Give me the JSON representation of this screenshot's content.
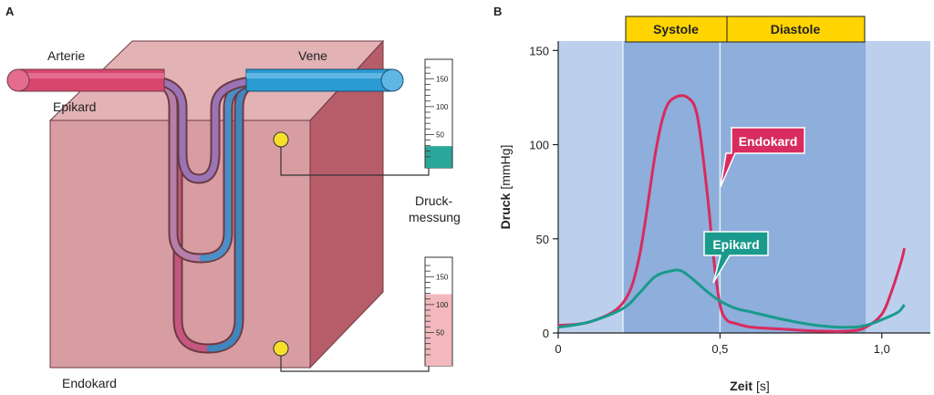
{
  "panel_a": {
    "panel_letter": "A",
    "labels": {
      "artery": "Arterie",
      "vein": "Vene",
      "epicardium": "Epikard",
      "endocardium": "Endokard",
      "pressure_measurement_line1": "Druck-",
      "pressure_measurement_line2": "messung"
    },
    "gauges": [
      {
        "ticks": [
          "150",
          "100",
          "50"
        ],
        "fill_fraction": 0.2,
        "fill_color": "#2aa79b"
      },
      {
        "ticks": [
          "150",
          "100",
          "50"
        ],
        "fill_fraction": 0.66,
        "fill_color": "#f2b8bd"
      }
    ],
    "colors": {
      "artery": "#d8466e",
      "vein": "#2b9bd3",
      "tissue_front": "#d99aa0",
      "tissue_top": "#e4b3b6",
      "tissue_side": "#b85a67",
      "sensor": "#f7e02a"
    }
  },
  "panel_b": {
    "panel_letter": "B",
    "phases": {
      "systole": "Systole",
      "diastole": "Diastole"
    },
    "curve_labels": {
      "endocardium": "Endokard",
      "epicardium": "Epikard"
    },
    "colors": {
      "endocardium": "#d82b5e",
      "epicardium": "#1a9a8c",
      "phase_bar": "#ffd400",
      "background": "#bcd0ee",
      "systole_shade": "#8eaedb"
    }
  },
  "chart_data": {
    "type": "line",
    "xlabel": "Zeit",
    "xlabel_unit": "[s]",
    "ylabel": "Druck",
    "ylabel_unit": "[mmHg]",
    "xlim": [
      0,
      1.15
    ],
    "ylim": [
      0,
      155
    ],
    "x_ticks": [
      {
        "value": 0,
        "label": "0"
      },
      {
        "value": 0.5,
        "label": "0,5"
      },
      {
        "value": 1.0,
        "label": "1,0"
      }
    ],
    "y_ticks": [
      {
        "value": 0,
        "label": "0"
      },
      {
        "value": 50,
        "label": "50"
      },
      {
        "value": 100,
        "label": "100"
      },
      {
        "value": 150,
        "label": "150"
      }
    ],
    "phases": [
      {
        "name": "Systole",
        "start": 0.2,
        "end": 0.5
      },
      {
        "name": "Diastole",
        "start": 0.5,
        "end": 0.95
      }
    ],
    "series": [
      {
        "name": "Endokard",
        "x": [
          0,
          0.1,
          0.2,
          0.25,
          0.3,
          0.33,
          0.36,
          0.4,
          0.43,
          0.46,
          0.48,
          0.5,
          0.52,
          0.55,
          0.6,
          0.7,
          0.8,
          0.9,
          0.95,
          1.0,
          1.03,
          1.06,
          1.07
        ],
        "y": [
          4,
          6,
          16,
          40,
          95,
          118,
          125,
          125,
          115,
          75,
          40,
          15,
          7,
          5,
          3,
          2,
          1,
          1,
          3,
          10,
          22,
          38,
          45
        ]
      },
      {
        "name": "Epikard",
        "x": [
          0,
          0.1,
          0.2,
          0.25,
          0.3,
          0.35,
          0.38,
          0.42,
          0.46,
          0.5,
          0.55,
          0.6,
          0.7,
          0.8,
          0.9,
          0.95,
          1.0,
          1.05,
          1.07
        ],
        "y": [
          3,
          6,
          13,
          21,
          30,
          33,
          33,
          28,
          22,
          17,
          13,
          11,
          7,
          4,
          3,
          4,
          7,
          11,
          15
        ]
      }
    ]
  }
}
